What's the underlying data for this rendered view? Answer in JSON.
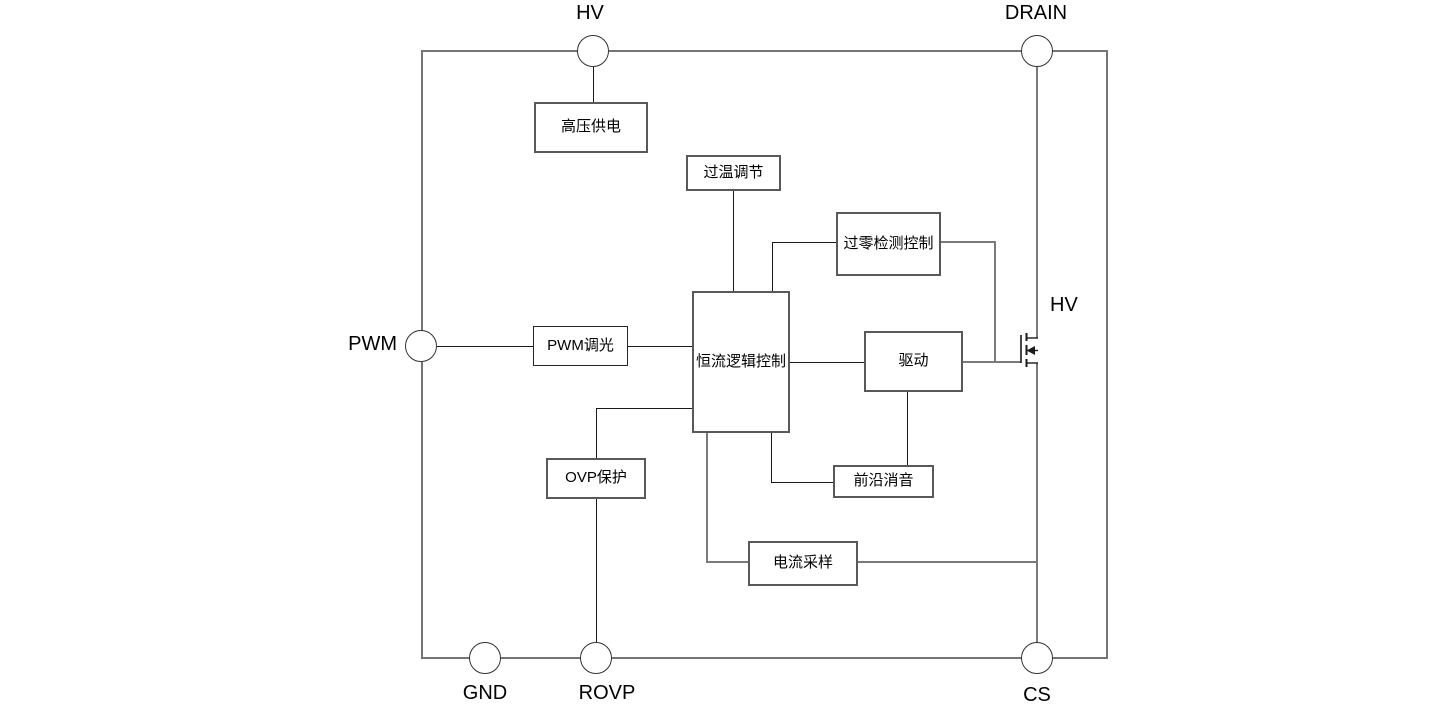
{
  "pins": {
    "hv_top": {
      "label": "HV"
    },
    "drain": {
      "label": "DRAIN"
    },
    "pwm": {
      "label": "PWM"
    },
    "gnd": {
      "label": "GND"
    },
    "rovp": {
      "label": "ROVP"
    },
    "cs": {
      "label": "CS"
    }
  },
  "blocks": {
    "hv_supply": {
      "label": "高压供电"
    },
    "otp": {
      "label": "过温调节"
    },
    "zcd": {
      "label": "过零检测控制"
    },
    "pwm_dim": {
      "label": "PWM调光"
    },
    "cc_logic": {
      "label": "恒流逻辑控制"
    },
    "driver": {
      "label": "驱动"
    },
    "leb": {
      "label": "前沿消音"
    },
    "ovp": {
      "label": "OVP保护"
    },
    "cs_sample": {
      "label": "电流采样"
    }
  },
  "annotations": {
    "mosfet_hv": "HV"
  },
  "colors": {
    "background": "#ffffff",
    "wire": "#1a1a1a",
    "wire_thick": "#7a7a7a",
    "box_border": "#595959",
    "outer_border": "#757575",
    "text": "#000000"
  }
}
